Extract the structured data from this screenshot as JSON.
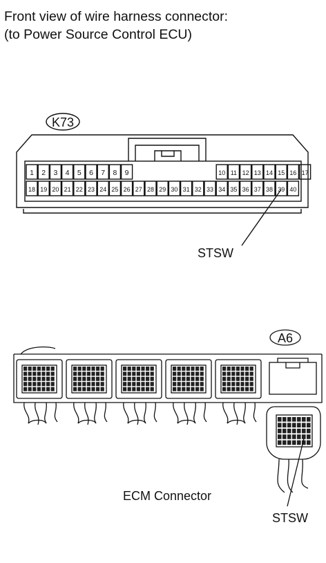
{
  "header": {
    "line1": "Front view of wire harness connector:",
    "line2": "(to Power Source Control ECU)"
  },
  "connector_k73": {
    "id": "K73",
    "top_row": [
      "1",
      "2",
      "3",
      "4",
      "5",
      "6",
      "7",
      "8",
      "9",
      "",
      "",
      "",
      "",
      "",
      "",
      "",
      "10",
      "11",
      "12",
      "13",
      "14",
      "15",
      "16",
      "17"
    ],
    "bottom_row": [
      "18",
      "19",
      "20",
      "21",
      "22",
      "23",
      "24",
      "25",
      "26",
      "27",
      "28",
      "29",
      "30",
      "31",
      "32",
      "33",
      "34",
      "35",
      "36",
      "37",
      "38",
      "39",
      "40"
    ],
    "callout": "STSW"
  },
  "ecm": {
    "id": "A6",
    "label": "ECM Connector",
    "callout": "STSW"
  }
}
